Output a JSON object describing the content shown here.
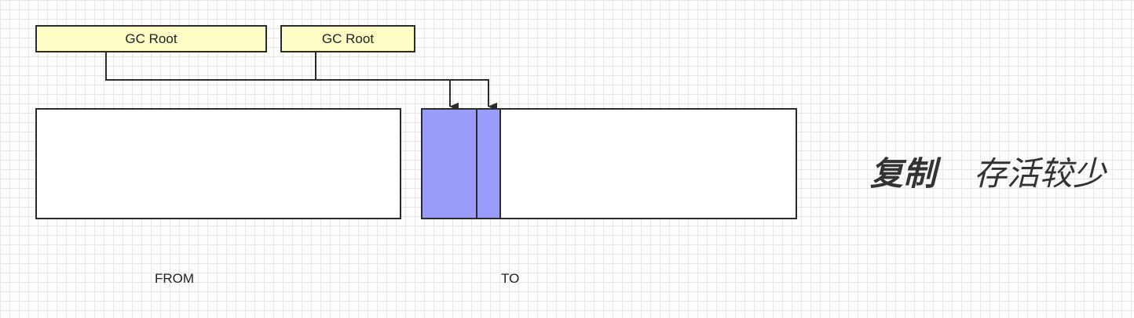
{
  "gc_roots": [
    {
      "label": "GC Root"
    },
    {
      "label": "GC Root"
    }
  ],
  "regions": {
    "from": {
      "label": "FROM"
    },
    "to": {
      "label": "TO",
      "surviving_objects": 2
    }
  },
  "note": {
    "title": "复制",
    "subtitle": "存活较少"
  },
  "colors": {
    "gc_root_fill": "#fefec6",
    "surviving_object_fill": "#9a9cfb",
    "region_fill": "#ffffff",
    "stroke": "#2b2b2b"
  }
}
